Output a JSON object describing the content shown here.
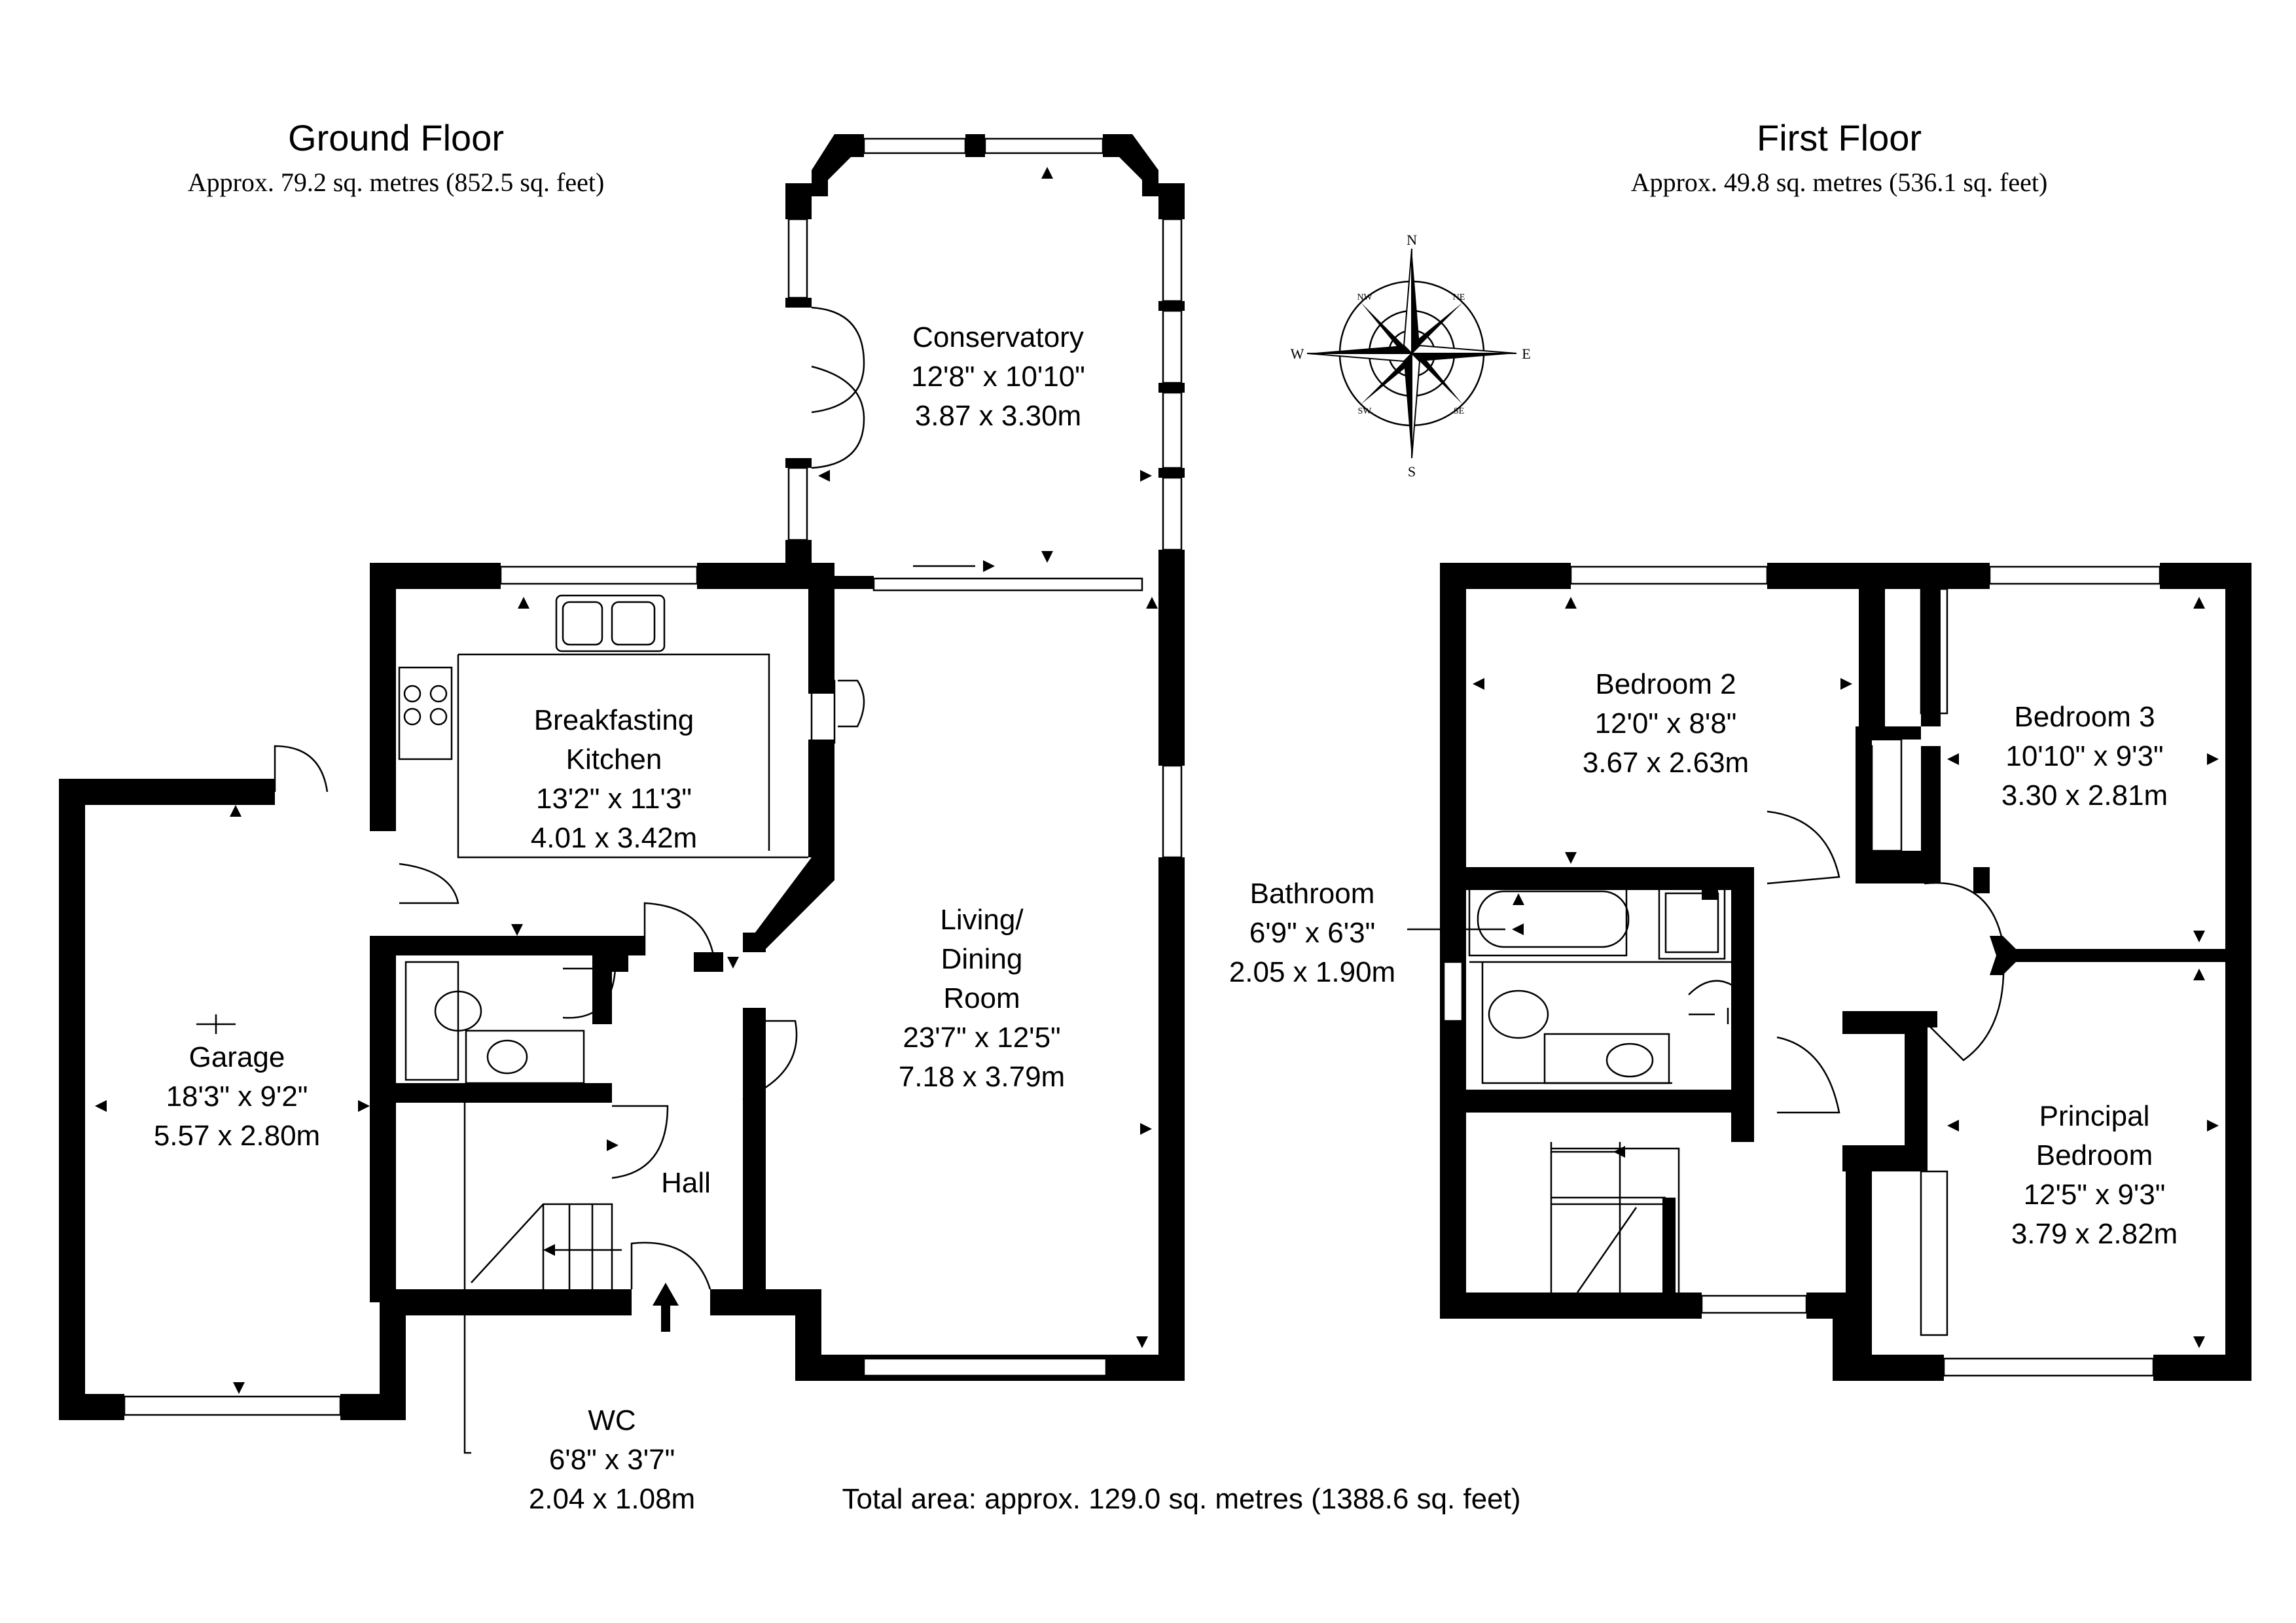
{
  "ground_floor": {
    "title": "Ground Floor",
    "area": "Approx. 79.2 sq. metres (852.5 sq. feet)",
    "rooms": {
      "conservatory": [
        "Conservatory",
        "12'8\" x 10'10\"",
        "3.87 x 3.30m"
      ],
      "kitchen": [
        "Breakfasting",
        "Kitchen",
        "13'2\" x 11'3\"",
        "4.01 x 3.42m"
      ],
      "living": [
        "Living/",
        "Dining",
        "Room",
        "23'7\" x 12'5\"",
        "7.18 x 3.79m"
      ],
      "garage": [
        "Garage",
        "18'3\" x 9'2\"",
        "5.57 x 2.80m"
      ],
      "hall": [
        "Hall"
      ],
      "wc": [
        "WC",
        "6'8\" x 3'7\"",
        "2.04 x 1.08m"
      ]
    }
  },
  "first_floor": {
    "title": "First Floor",
    "area": "Approx. 49.8 sq. metres (536.1 sq. feet)",
    "rooms": {
      "bedroom2": [
        "Bedroom 2",
        "12'0\" x 8'8\"",
        "3.67 x 2.63m"
      ],
      "bedroom3": [
        "Bedroom 3",
        "10'10\" x 9'3\"",
        "3.30 x 2.81m"
      ],
      "bathroom": [
        "Bathroom",
        "6'9\" x 6'3\"",
        "2.05 x 1.90m"
      ],
      "principal": [
        "Principal",
        "Bedroom",
        "12'5\" x 9'3\"",
        "3.79 x 2.82m"
      ]
    }
  },
  "compass": {
    "n": "N",
    "s": "S",
    "e": "E",
    "w": "W",
    "ne": "NE",
    "nw": "NW",
    "se": "SE",
    "sw": "SW"
  },
  "total_area": "Total area: approx. 129.0 sq. metres (1388.6 sq. feet)"
}
